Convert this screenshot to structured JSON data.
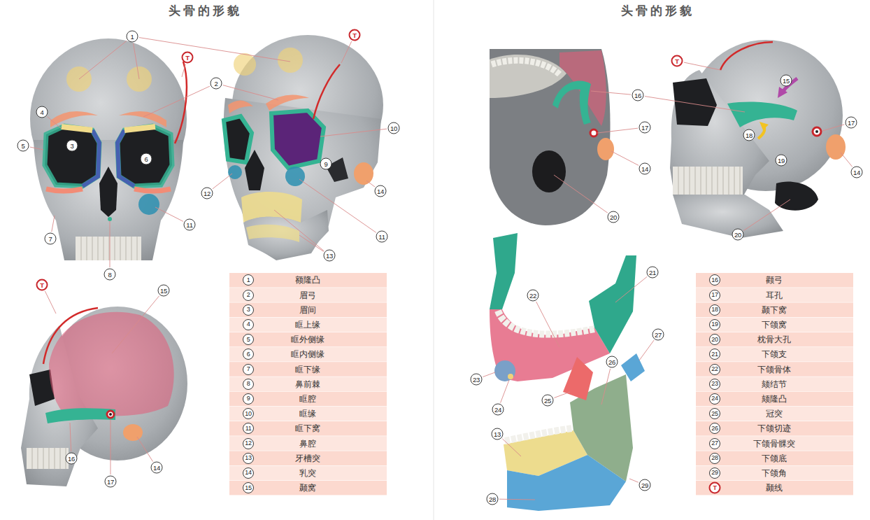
{
  "diagram": {
    "title": "头骨的形貌",
    "labels": [
      "头骨的形貌",
      "1",
      "T",
      "2",
      "4",
      "5",
      "3",
      "6",
      "7",
      "8",
      "11",
      "T",
      "10",
      "9",
      "12",
      "14",
      "11",
      "13",
      "T",
      "15",
      "16",
      "17",
      "14",
      "1",
      "额隆凸",
      "2",
      "眉弓",
      "3",
      "眉间",
      "4",
      "眶上缘",
      "5",
      "眶外侧缘",
      "6",
      "眶内侧缘",
      "7",
      "眶下缘",
      "8",
      "鼻前棘",
      "9",
      "眶腔",
      "10",
      "眶缘",
      "11",
      "眶下窝",
      "12",
      "鼻腔",
      "13",
      "牙槽突",
      "14",
      "乳突",
      "15",
      "颞窝",
      "16",
      "17",
      "14",
      "20",
      "T",
      "15",
      "18",
      "17",
      "19",
      "14",
      "20",
      "21",
      "22",
      "23",
      "24",
      "27",
      "26",
      "25",
      "13",
      "29",
      "28",
      "16",
      "颧弓",
      "17",
      "耳孔",
      "18",
      "颞下窝",
      "19",
      "下颌窝",
      "20",
      "枕骨大孔",
      "21",
      "下颌支",
      "22",
      "下颌骨体",
      "23",
      "颏结节",
      "24",
      "颏隆凸",
      "25",
      "冠突",
      "26",
      "下颌切迹",
      "27",
      "下颌骨髁突",
      "28",
      "下颌底",
      "29",
      "下颌角",
      "T",
      "颞线"
    ]
  }
}
